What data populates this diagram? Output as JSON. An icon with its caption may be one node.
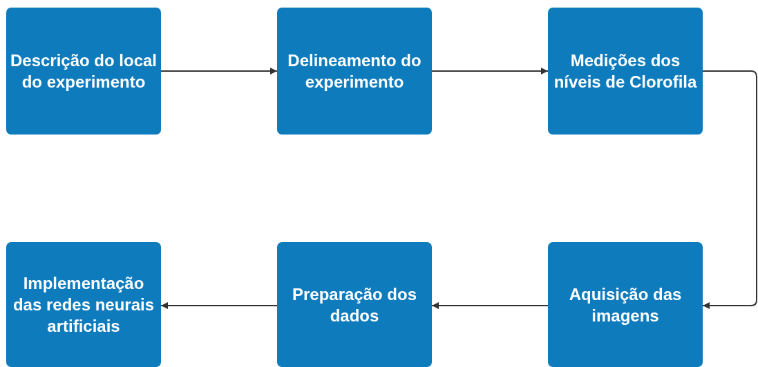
{
  "diagram": {
    "nodes": [
      {
        "text": [
          "Descrição do local do experimento"
        ]
      },
      {
        "text": [
          "Delineamento do experimento"
        ]
      },
      {
        "text": [
          "Medições dos níveis de Clorofila"
        ]
      },
      {
        "text": [
          "Aquisição das imagens"
        ]
      },
      {
        "text": [
          "Preparação dos dados"
        ]
      },
      {
        "text": [
          "Implementação das redes neurais artificiais"
        ]
      }
    ],
    "edges": [
      {
        "from": 0,
        "to": 1,
        "arrow": "to"
      },
      {
        "from": 1,
        "to": 2,
        "arrow": "to"
      },
      {
        "from": 2,
        "to": 3,
        "arrow": "to"
      },
      {
        "from": 3,
        "to": 4,
        "arrow": "to"
      },
      {
        "from": 4,
        "to": 5,
        "arrow": "to"
      }
    ]
  }
}
